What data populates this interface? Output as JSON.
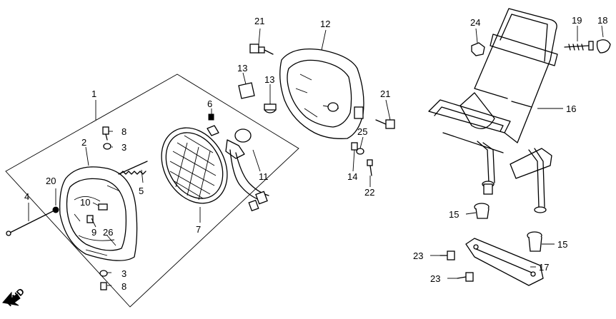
{
  "diagram": {
    "callouts": [
      {
        "id": "c1",
        "text": "1"
      },
      {
        "id": "c2",
        "text": "2"
      },
      {
        "id": "c3a",
        "text": "3"
      },
      {
        "id": "c3b",
        "text": "3"
      },
      {
        "id": "c4",
        "text": "4"
      },
      {
        "id": "c5",
        "text": "5"
      },
      {
        "id": "c6",
        "text": "6"
      },
      {
        "id": "c7",
        "text": "7"
      },
      {
        "id": "c8a",
        "text": "8"
      },
      {
        "id": "c8b",
        "text": "8"
      },
      {
        "id": "c9",
        "text": "9"
      },
      {
        "id": "c10",
        "text": "10"
      },
      {
        "id": "c11",
        "text": "11"
      },
      {
        "id": "c12",
        "text": "12"
      },
      {
        "id": "c13a",
        "text": "13"
      },
      {
        "id": "c13b",
        "text": "13"
      },
      {
        "id": "c14",
        "text": "14"
      },
      {
        "id": "c15a",
        "text": "15"
      },
      {
        "id": "c15b",
        "text": "15"
      },
      {
        "id": "c16",
        "text": "16"
      },
      {
        "id": "c17",
        "text": "17"
      },
      {
        "id": "c18",
        "text": "18"
      },
      {
        "id": "c19",
        "text": "19"
      },
      {
        "id": "c20",
        "text": "20"
      },
      {
        "id": "c21a",
        "text": "21"
      },
      {
        "id": "c21b",
        "text": "21"
      },
      {
        "id": "c22",
        "text": "22"
      },
      {
        "id": "c23a",
        "text": "23"
      },
      {
        "id": "c23b",
        "text": "23"
      },
      {
        "id": "c24",
        "text": "24"
      },
      {
        "id": "c25",
        "text": "25"
      },
      {
        "id": "c26",
        "text": "26"
      }
    ],
    "direction_label": "FWD"
  }
}
